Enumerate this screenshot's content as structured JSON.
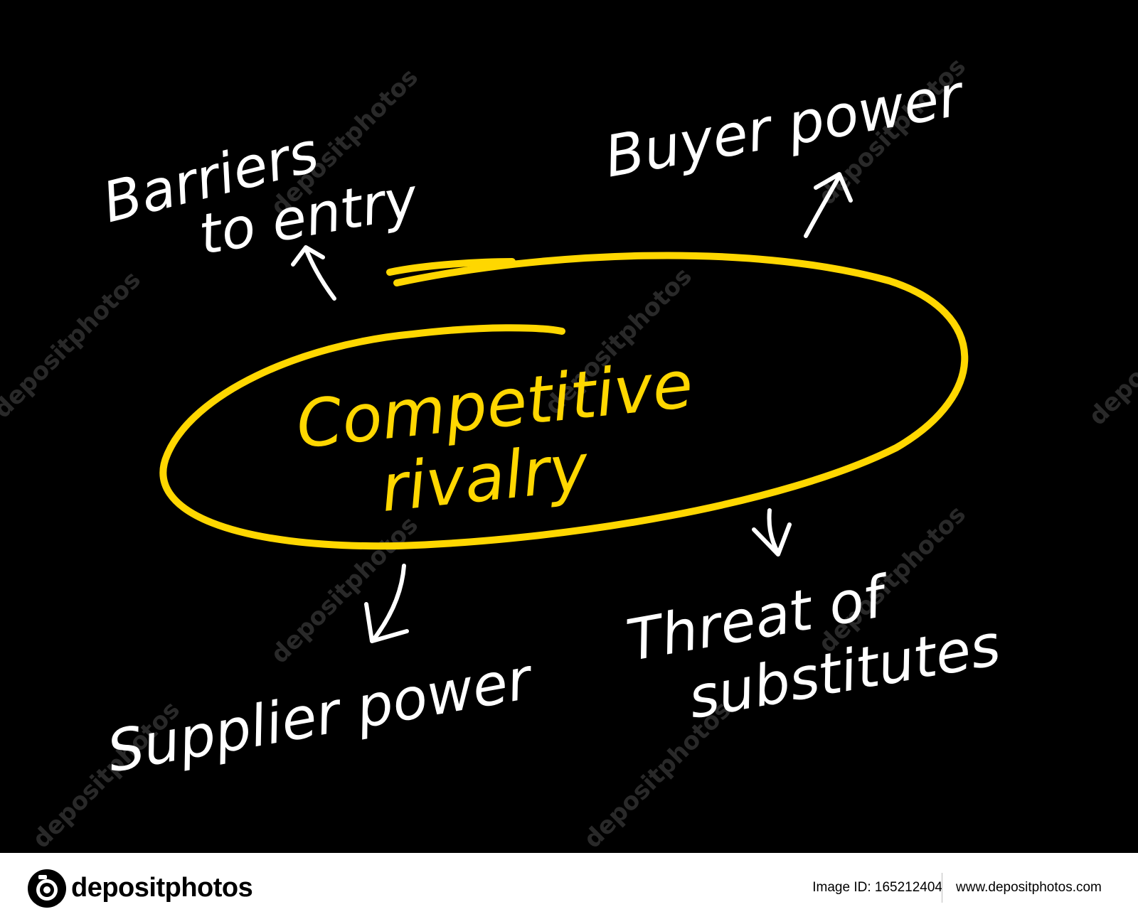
{
  "diagram": {
    "center": {
      "line1": "Competitive",
      "line2": "rivalry"
    },
    "nodes": {
      "barriers": {
        "line1": "Barriers",
        "line2": "to entry"
      },
      "buyer": {
        "line1": "Buyer power"
      },
      "supplier": {
        "line1": "Supplier power"
      },
      "threat": {
        "line1": "Threat of",
        "line2": "substitutes"
      }
    },
    "colors": {
      "background": "#000000",
      "text": "#ffffff",
      "accent": "#ffd700"
    }
  },
  "watermark": {
    "text": "depositphotos"
  },
  "footer": {
    "brand": "depositphotos",
    "image_id": "Image ID: 165212404",
    "site": "www.depositphotos.com",
    "logo_icon": "camera-aperture-icon"
  }
}
